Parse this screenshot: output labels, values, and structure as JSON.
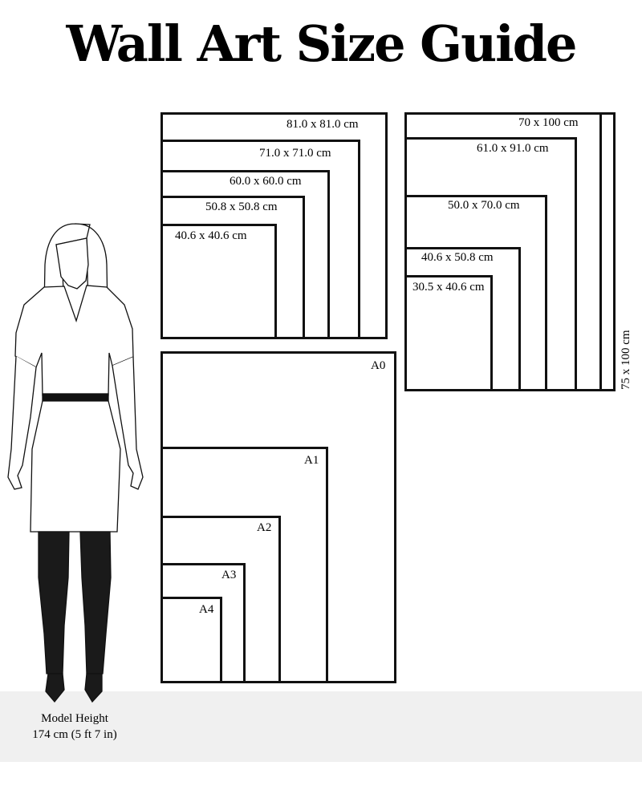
{
  "title": "Wall Art Size Guide",
  "square_sizes": [
    "81.0 x 81.0 cm",
    "71.0 x 71.0 cm",
    "60.0 x 60.0 cm",
    "50.8 x 50.8 cm",
    "40.6 x 40.6 cm"
  ],
  "rect_sizes": [
    "70 x 100 cm",
    "61.0 x 91.0 cm",
    "50.0 x 70.0 cm",
    "40.6 x 50.8 cm",
    "30.5 x 40.6 cm"
  ],
  "rect_outer_size": "75 x 100 cm",
  "a_sizes": [
    "A0",
    "A1",
    "A2",
    "A3",
    "A4"
  ],
  "model": {
    "label": "Model Height",
    "height": "174 cm (5 ft 7 in)"
  }
}
